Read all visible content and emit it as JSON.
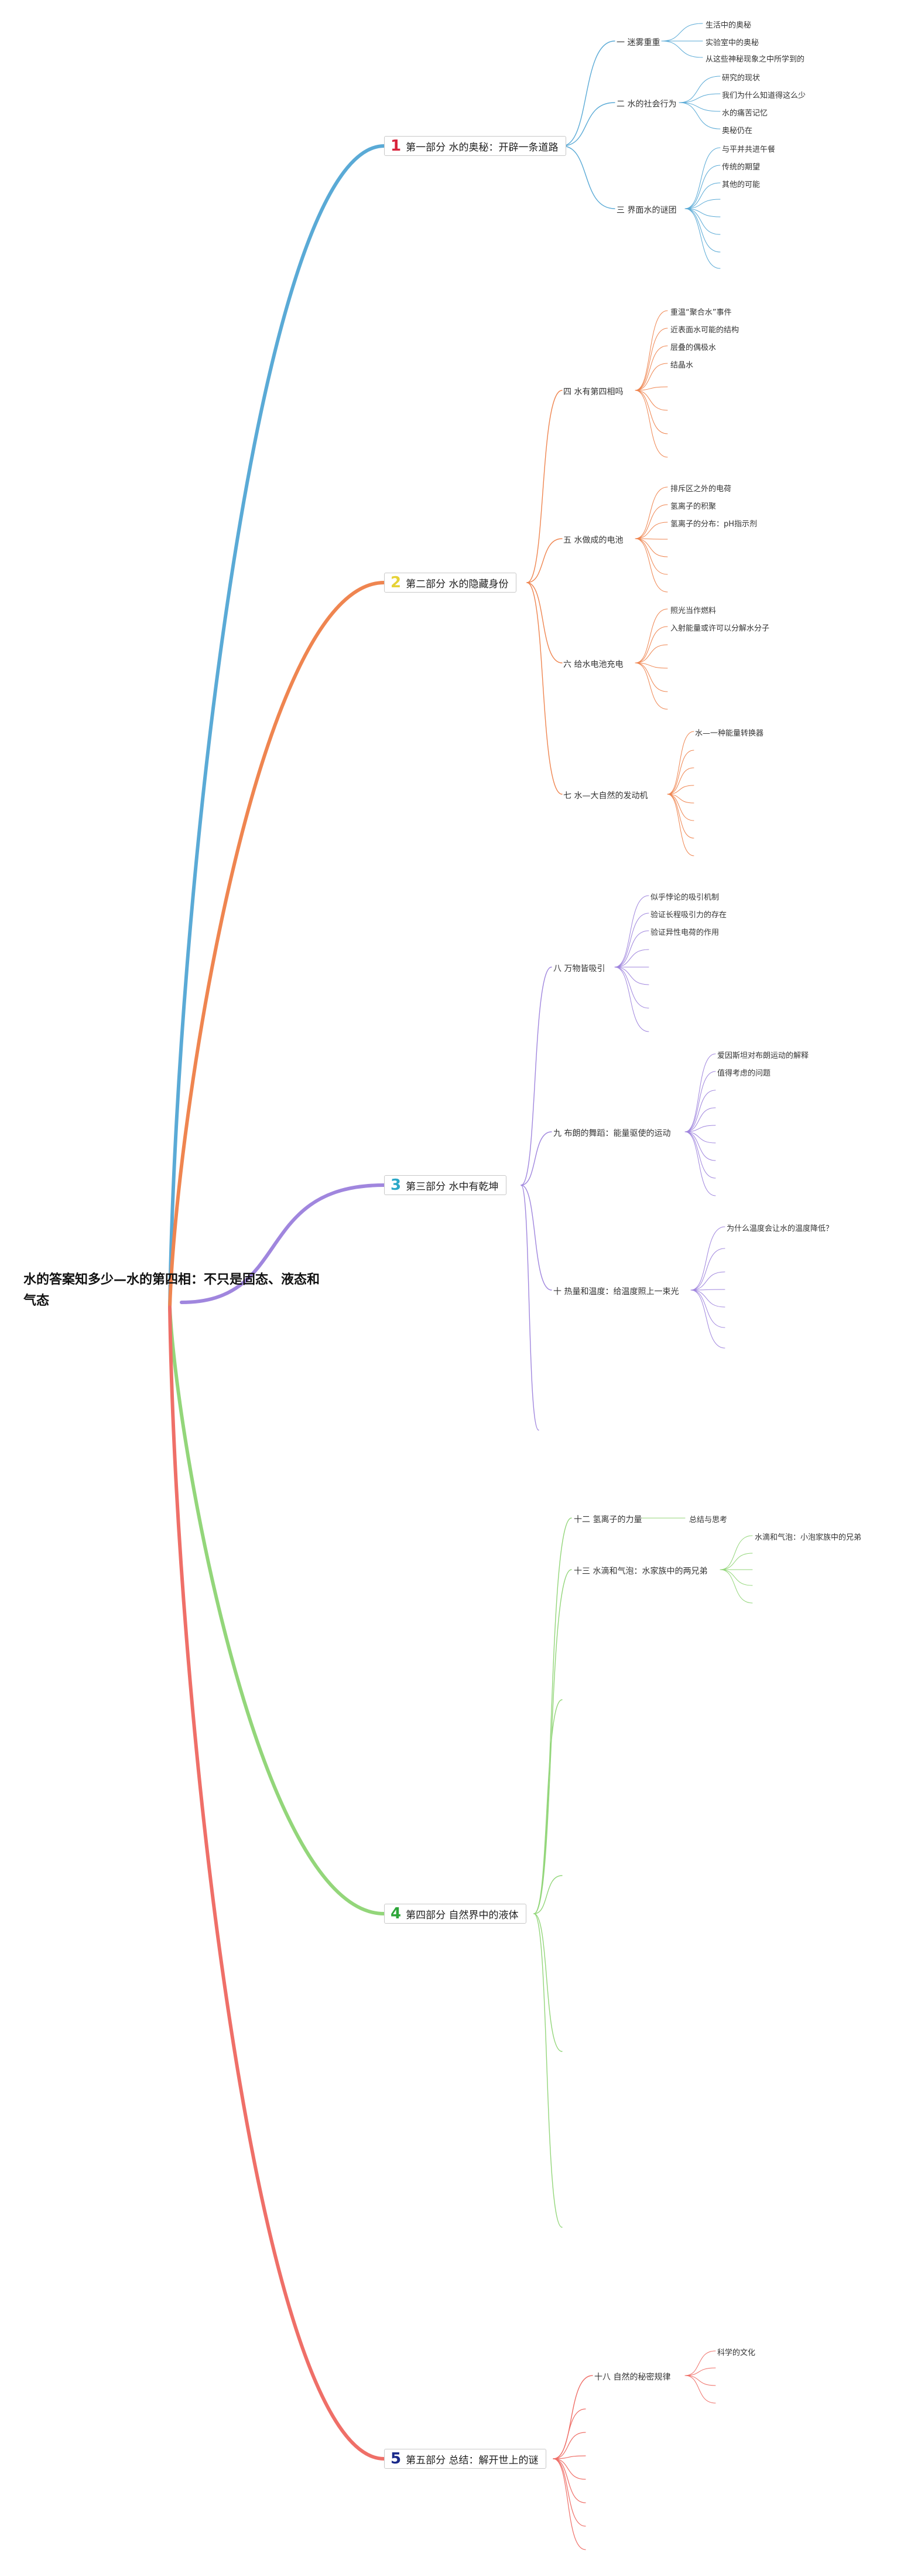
{
  "root": {
    "title": "水的答案知多少—水的第四相：不只是固态、液态和气态"
  },
  "colors": {
    "part1": "#5aaad6",
    "part2": "#ef8550",
    "part3": "#a086de",
    "part4": "#93d67a",
    "part5": "#ef6f68"
  },
  "parts": [
    {
      "number": "1",
      "number_color": "#d8243c",
      "title": "第一部分 水的奥秘：开辟一条道路",
      "sections": [
        {
          "label": "一 迷雾重重",
          "children": [
            "生活中的奥秘",
            "实验室中的奥秘",
            "从这些神秘现象之中所学到的"
          ]
        },
        {
          "label": "二 水的社会行为",
          "children": [
            "研究的现状",
            "我们为什么知道得这么少",
            "水的痛苦记忆",
            "奥秘仍在"
          ]
        },
        {
          "label": "三 界面水的谜团",
          "children": [
            "与平并共进午餐",
            "传统的期望",
            "其他的可能"
          ]
        }
      ]
    },
    {
      "number": "2",
      "number_color": "#e6d236",
      "title": "第二部分 水的隐藏身份",
      "sections": [
        {
          "label": "四 水有第四相吗",
          "children": [
            "重温“聚合水”事件",
            "近表面水可能的结构",
            "层叠的偶极水",
            "结晶水"
          ]
        },
        {
          "label": "五 水做成的电池",
          "children": [
            "排斥区之外的电荷",
            "氢离子的积聚",
            "氢离子的分布：pH指示剂"
          ]
        },
        {
          "label": "六 给水电池充电",
          "children": [
            "照光当作燃料",
            "入射能量或许可以分解水分子"
          ]
        },
        {
          "label": "七 水—大自然的发动机",
          "children": [
            "水—一种能量转换器"
          ]
        }
      ]
    },
    {
      "number": "3",
      "number_color": "#2ca8c8",
      "title": "第三部分 水中有乾坤",
      "sections": [
        {
          "label": "八 万物皆吸引",
          "children": [
            "似乎悖论的吸引机制",
            "验证长程吸引力的存在",
            "验证异性电荷的作用"
          ]
        },
        {
          "label": "九 布朗的舞蹈：能量驱使的运动",
          "children": [
            "爱因斯坦对布朗运动的解释",
            "值得考虑的问题"
          ]
        },
        {
          "label": "十 热量和温度：给温度照上一束光",
          "children": [
            "为什么温度会让水的温度降低？"
          ]
        }
      ]
    },
    {
      "number": "4",
      "number_color": "#2ea63a",
      "title": "第四部分 自然界中的液体",
      "sections": [
        {
          "label": "十二 氢离子的力量",
          "children": [
            "总结与思考"
          ]
        },
        {
          "label": "十三 水滴和气泡：水家族中的两兄弟",
          "children": [
            "水滴和气泡：小泡家族中的兄弟"
          ]
        }
      ]
    },
    {
      "number": "5",
      "number_color": "#1a2a8a",
      "title": "第五部分 总结：解开世上的谜",
      "sections": [
        {
          "label": "十八 自然的秘密规律",
          "children": [
            "科学的文化"
          ]
        }
      ]
    }
  ]
}
